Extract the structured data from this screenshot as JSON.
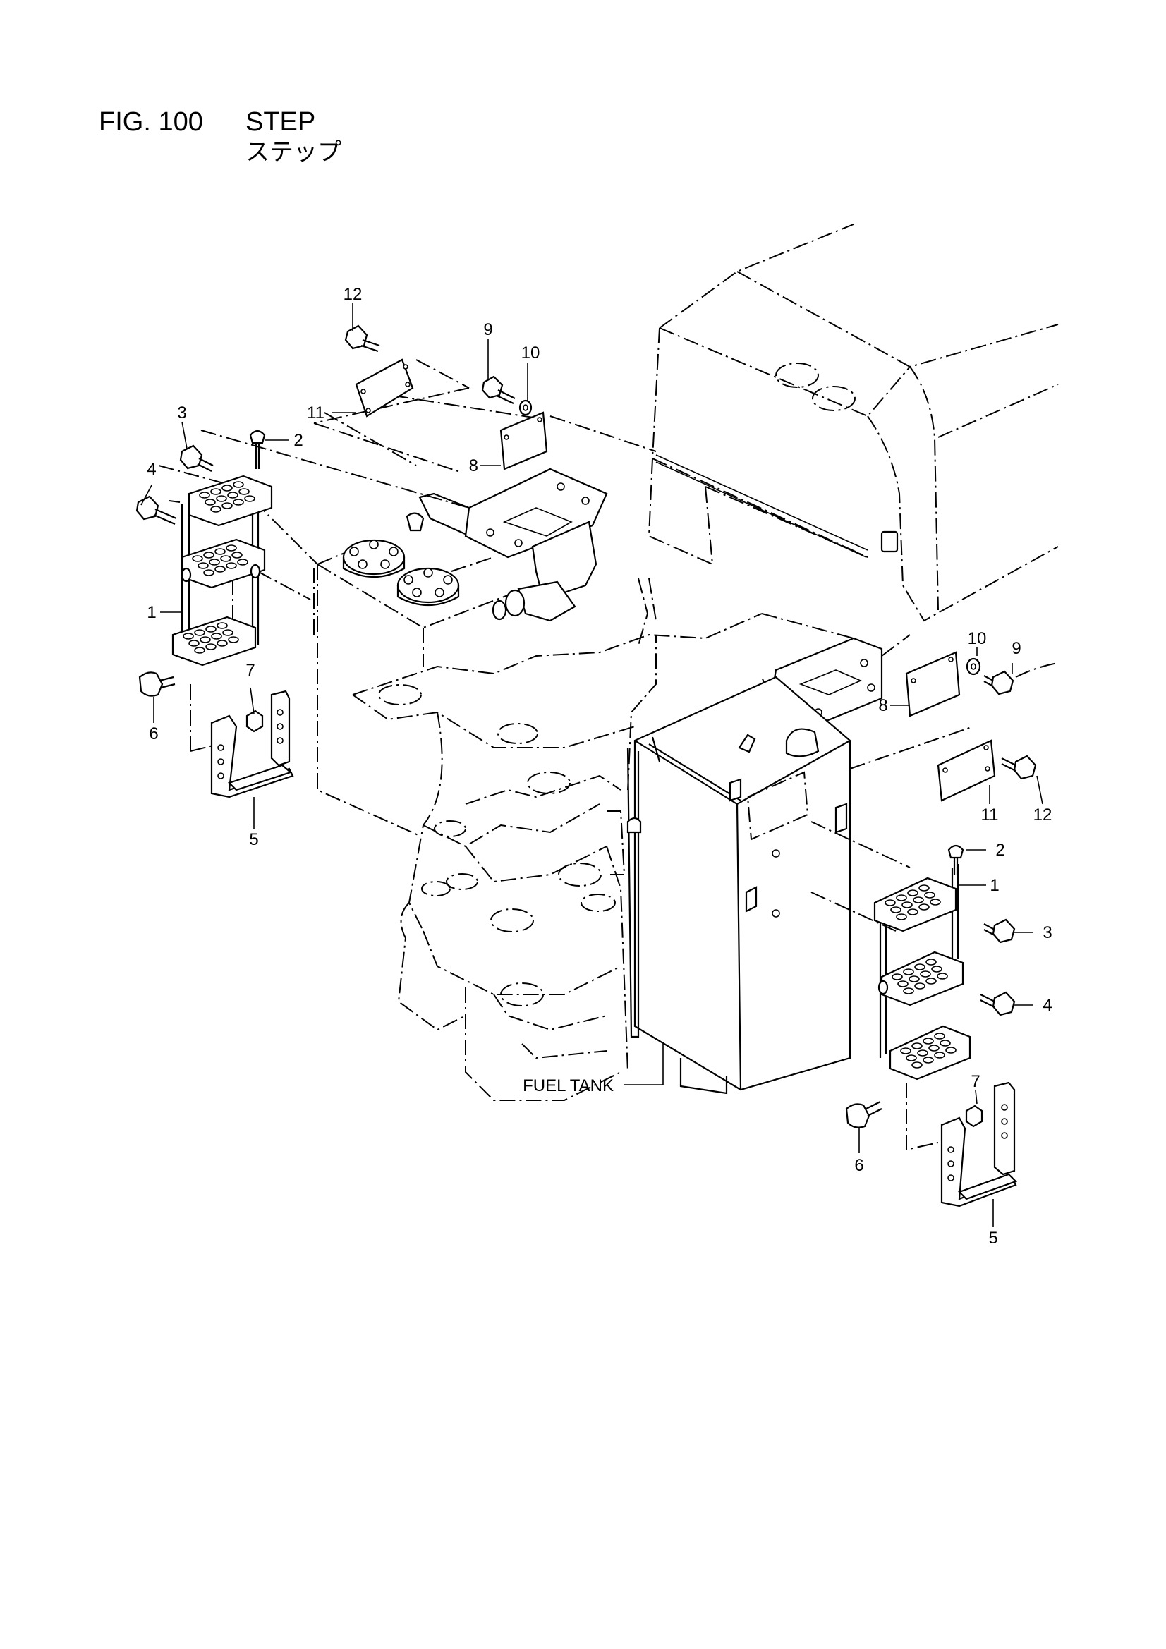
{
  "figure": {
    "number": "FIG. 100",
    "title": "STEP",
    "subtitle": "ステップ"
  },
  "callouts": {
    "fuel_tank": "FUEL TANK",
    "left": [
      "12",
      "9",
      "10",
      "11",
      "8",
      "3",
      "2",
      "4",
      "1",
      "7",
      "6",
      "5"
    ],
    "right": [
      "10",
      "9",
      "8",
      "11",
      "12",
      "2",
      "1",
      "3",
      "4",
      "7",
      "6",
      "5"
    ]
  }
}
